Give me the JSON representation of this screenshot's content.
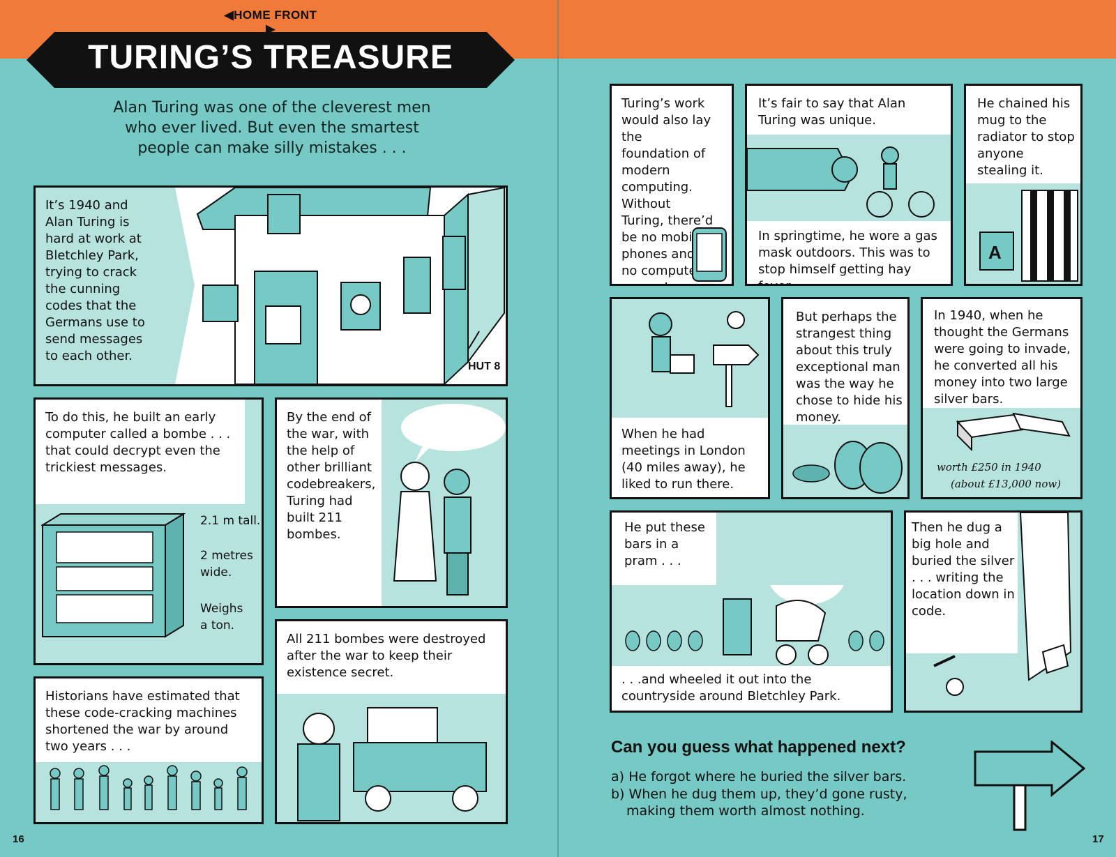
{
  "header": {
    "section_tag": "◀HOME FRONT ▶",
    "title": "TURING’S TREASURE",
    "intro": "Alan Turing was one of the cleverest men who ever lived. But even the smartest people can make silly mistakes . . ."
  },
  "left_page": {
    "panel1_caption": "It’s 1940 and Alan Turing is hard at work at Bletchley Park, trying to crack the cunning codes that the Germans use to send messages to each other.",
    "panel1_label": "HUT 8",
    "panel2_caption": "To do this, he built an early computer called a bombe . . . that could decrypt even the trickiest messages.",
    "panel2_notes": [
      "2.1 m tall.",
      "2 metres wide.",
      "Weighs a ton."
    ],
    "panel3_caption": "By the end of the war, with the help of other brilliant codebreakers, Turing had built 211 bombes.",
    "panel4_caption": "All 211 bombes were destroyed after the war to keep their existence secret.",
    "panel5_caption": "Historians have estimated that these code-cracking machines shortened the war by around two years . . .",
    "page_number": "16"
  },
  "right_page": {
    "panel1_caption": "Turing’s work would also lay the foundation of modern computing. Without Turing, there’d be no mobile phones and no computer games!",
    "panel2_caption_top": "It’s fair to say that Alan Turing was unique.",
    "panel2_caption_bottom": "In springtime, he wore a gas mask outdoors. This was to stop himself getting hay fever.",
    "panel3_caption": "He chained his mug to the radiator to stop anyone stealing it.",
    "panel4_caption": "When he had meetings in London (40 miles away), he liked to run there.",
    "panel5_caption": "But perhaps the strangest thing about this truly exceptional man was the way he chose to hide his money.",
    "panel6_caption": "In 1940, when he thought the Germans were going to invade, he converted all his money into two large silver bars.",
    "panel6_note_line1": "worth £250 in 1940",
    "panel6_note_line2": "(about £13,000 now)",
    "panel7_caption_top": "He put these bars in a pram . . .",
    "panel7_caption_bottom": ". . .and wheeled it out into the countryside around Bletchley Park.",
    "panel8_caption": "Then he dug a big hole and buried the silver . . . writing the location down in code.",
    "question": "Can you guess what happened next?",
    "answer_a": "a) He forgot where he buried the silver bars.",
    "answer_b": "b) When he dug them up, they’d gone rusty,",
    "answer_b2": "making them worth almost nothing.",
    "page_number": "17"
  },
  "colors": {
    "teal": "#76c9c5",
    "light_teal": "#b7e3de",
    "orange": "#ef7a3a",
    "ink": "#111111"
  }
}
